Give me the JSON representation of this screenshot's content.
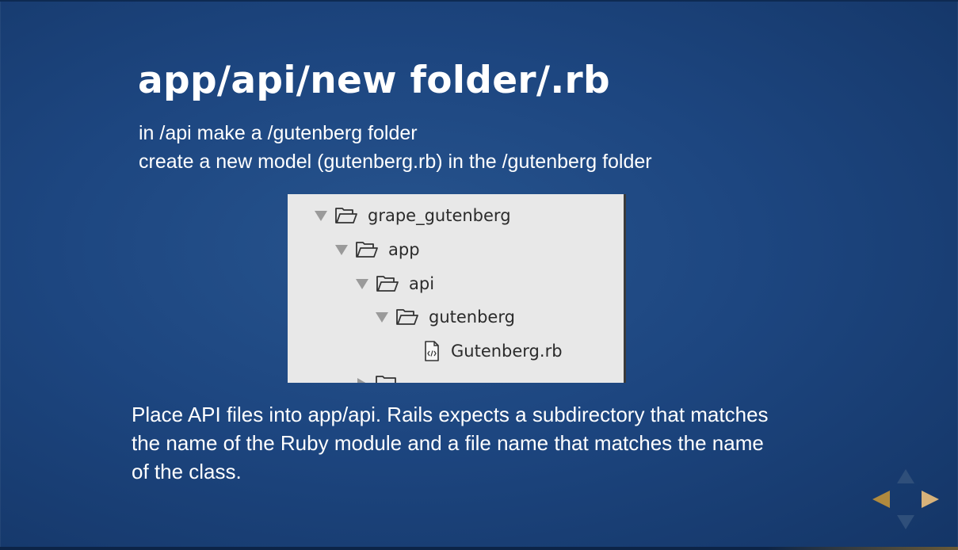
{
  "slide": {
    "title": "app/api/new folder/.rb",
    "subtitle_line1": "in /api make a /gutenberg folder",
    "subtitle_line2": "create a new model (gutenberg.rb) in the /gutenberg folder",
    "body": "Place API files into app/api. Rails expects a subdirectory that matches the name of the Ruby module and a file name that matches the name of the class."
  },
  "file_tree": {
    "items": [
      {
        "label": "grape_gutenberg",
        "type": "folder",
        "expanded": true,
        "depth": 0
      },
      {
        "label": "app",
        "type": "folder",
        "expanded": true,
        "depth": 1
      },
      {
        "label": "api",
        "type": "folder",
        "expanded": true,
        "depth": 2
      },
      {
        "label": "gutenberg",
        "type": "folder",
        "expanded": true,
        "depth": 3
      },
      {
        "label": "Gutenberg.rb",
        "type": "file",
        "depth": 4
      },
      {
        "label": "",
        "type": "folder",
        "expanded": false,
        "depth": 2
      }
    ]
  },
  "navigation": {
    "controls": [
      "nav-up-icon",
      "nav-left-icon",
      "nav-right-icon",
      "nav-down-icon"
    ]
  },
  "colors": {
    "background": "#1d4680",
    "text": "#ffffff",
    "tree_background": "#e8e8e8",
    "nav_left": "#b08a3e",
    "nav_right": "#d7b27a"
  }
}
